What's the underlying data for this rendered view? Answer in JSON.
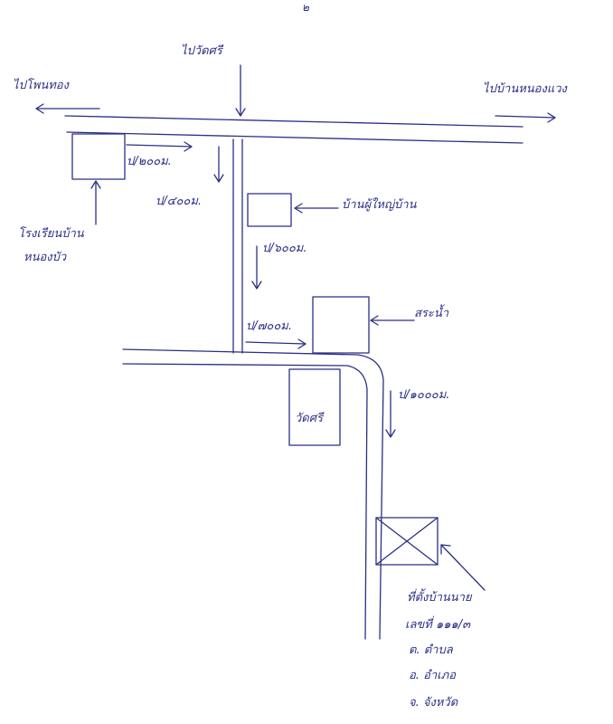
{
  "page_number": "๒",
  "labels": {
    "road_top_center": "ไปวัดศรี",
    "road_left": "ไปโพนทอง",
    "road_right": "ไปบ้านหนองแวง",
    "dist_200": "ป/๒๐๐ม.",
    "dist_400": "ป/๔๐๐ม.",
    "dist_600": "ป/๖๐๐ม.",
    "dist_700": "ป/๗๐๐ม.",
    "dist_1000": "ป/๑๐๐๐ม.",
    "school_label_1": "โรงเรียนบ้าน",
    "school_label_2": "หนองบัว",
    "temple": "วัดศรี",
    "house_office": "บ้านผู้ใหญ่บ้าน",
    "pond": "สระน้ำ",
    "target_name": "ที่ตั้งบ้านนาย",
    "target_line2": "เลขที่ ๑๑๑/๓",
    "target_line3": "ต. ตำบล",
    "target_line4": "อ. อำเภอ",
    "target_line5": "จ. จังหวัด"
  },
  "colors": {
    "ink": "#2a2f86",
    "paper": "#ffffff"
  }
}
